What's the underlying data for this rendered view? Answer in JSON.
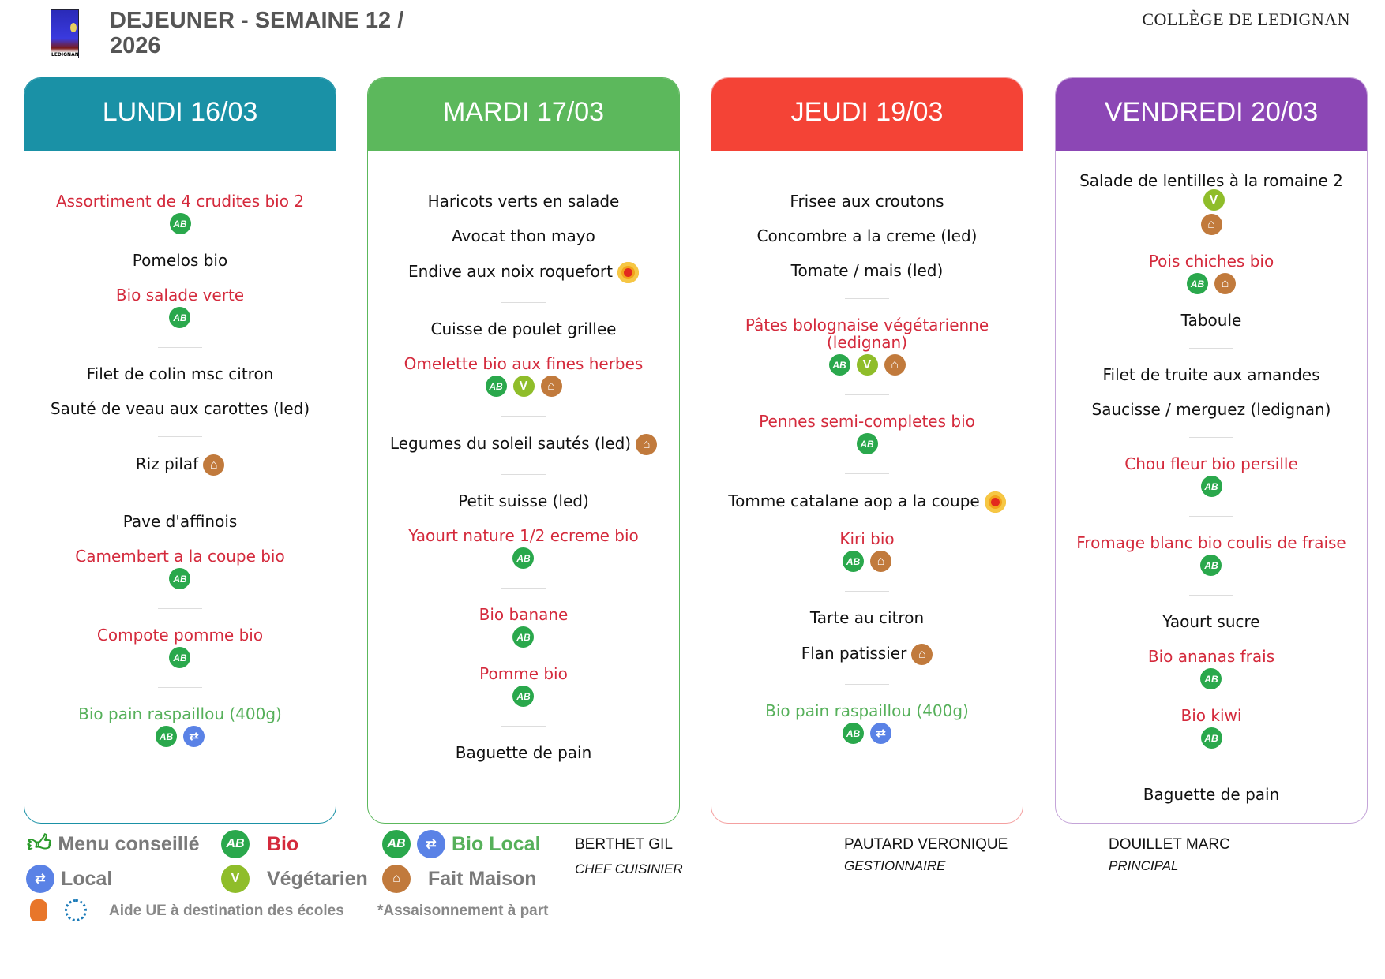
{
  "header": {
    "title": "DEJEUNER - SEMAINE 12 / 2026",
    "school": "COLLÈGE DE LEDIGNAN",
    "logo_text": "LEDIGNAN"
  },
  "colors": {
    "lundi": "#1a91a6",
    "mardi": "#5cb85c",
    "jeudi": "#f44336",
    "vendredi": "#8c47b5",
    "bio_text": "#d42a3c",
    "bio_local_text": "#56b05a"
  },
  "days": [
    {
      "label": "LUNDI 16/03",
      "groups": [
        [
          {
            "name": "Assortiment de 4 crudites bio 2",
            "style": "red",
            "icons": [
              "bio"
            ]
          },
          {
            "name": "Pomelos bio",
            "style": "black"
          },
          {
            "name": "Bio salade verte",
            "style": "red",
            "icons": [
              "bio"
            ]
          }
        ],
        [
          {
            "name": "Filet de colin msc citron",
            "style": "black"
          },
          {
            "name": "Sauté de veau aux carottes (led)",
            "style": "black"
          }
        ],
        [
          {
            "name": "Riz pilaf",
            "style": "black",
            "inline": [
              "fm"
            ]
          }
        ],
        [
          {
            "name": "Pave d'affinois",
            "style": "black"
          },
          {
            "name": "Camembert a la coupe bio",
            "style": "red",
            "icons": [
              "bio"
            ]
          }
        ],
        [
          {
            "name": "Compote pomme bio",
            "style": "red",
            "icons": [
              "bio"
            ]
          }
        ],
        [
          {
            "name": "Bio pain raspaillou (400g)",
            "style": "green",
            "icons": [
              "bio",
              "local"
            ]
          }
        ]
      ]
    },
    {
      "label": "MARDI 17/03",
      "groups": [
        [
          {
            "name": "Haricots verts en salade",
            "style": "black"
          },
          {
            "name": "Avocat thon mayo",
            "style": "black"
          },
          {
            "name": "Endive aux noix roquefort",
            "style": "black",
            "inline": [
              "aop"
            ]
          }
        ],
        [
          {
            "name": "Cuisse de poulet grillee",
            "style": "black"
          },
          {
            "name": "Omelette bio aux fines herbes",
            "style": "red",
            "icons": [
              "bio",
              "veg",
              "fm"
            ]
          }
        ],
        [
          {
            "name": "Legumes du soleil sautés (led)",
            "style": "black",
            "inline": [
              "fm"
            ]
          }
        ],
        [
          {
            "name": "Petit suisse (led)",
            "style": "black"
          },
          {
            "name": "Yaourt nature 1/2 ecreme bio",
            "style": "red",
            "icons": [
              "bio"
            ]
          }
        ],
        [
          {
            "name": "Bio banane",
            "style": "red",
            "icons": [
              "bio"
            ]
          },
          {
            "name": "Pomme bio",
            "style": "red",
            "icons": [
              "bio"
            ]
          }
        ],
        [
          {
            "name": "Baguette de pain",
            "style": "black"
          }
        ]
      ]
    },
    {
      "label": "JEUDI 19/03",
      "groups": [
        [
          {
            "name": "Frisee aux croutons",
            "style": "black"
          },
          {
            "name": "Concombre a la creme (led)",
            "style": "black"
          },
          {
            "name": "Tomate / mais (led)",
            "style": "black"
          }
        ],
        [
          {
            "name": "Pâtes bolognaise végétarienne (ledignan)",
            "style": "red",
            "icons": [
              "bio",
              "veg",
              "fm"
            ]
          }
        ],
        [
          {
            "name": "Pennes semi-completes bio",
            "style": "red",
            "icons": [
              "bio"
            ]
          }
        ],
        [
          {
            "name": "Tomme catalane aop a la coupe",
            "style": "black",
            "inline": [
              "aop"
            ]
          },
          {
            "name": "Kiri bio",
            "style": "red",
            "icons": [
              "bio",
              "fm"
            ]
          }
        ],
        [
          {
            "name": "Tarte au citron",
            "style": "black"
          },
          {
            "name": "Flan patissier",
            "style": "black",
            "inline": [
              "fm"
            ]
          }
        ],
        [
          {
            "name": "Bio pain raspaillou (400g)",
            "style": "green",
            "icons": [
              "bio",
              "local"
            ]
          }
        ]
      ]
    },
    {
      "label": "VENDREDI 20/03",
      "groups": [
        [
          {
            "name": "Salade de lentilles à la romaine 2",
            "style": "black",
            "inline": [
              "veg"
            ],
            "icons": [
              "fm"
            ]
          },
          {
            "name": "Pois chiches bio",
            "style": "red",
            "icons": [
              "bio",
              "fm"
            ]
          },
          {
            "name": "Taboule",
            "style": "black"
          }
        ],
        [
          {
            "name": "Filet de truite aux amandes",
            "style": "black"
          },
          {
            "name": "Saucisse / merguez (ledignan)",
            "style": "black"
          }
        ],
        [
          {
            "name": "Chou fleur bio persille",
            "style": "red",
            "icons": [
              "bio"
            ]
          }
        ],
        [
          {
            "name": "Fromage blanc bio coulis de fraise",
            "style": "red",
            "icons": [
              "bio"
            ]
          }
        ],
        [
          {
            "name": "Yaourt sucre",
            "style": "black"
          },
          {
            "name": "Bio ananas frais",
            "style": "red",
            "icons": [
              "bio"
            ]
          },
          {
            "name": "Bio kiwi",
            "style": "red",
            "icons": [
              "bio"
            ]
          }
        ],
        [
          {
            "name": "Baguette de pain",
            "style": "black"
          }
        ]
      ]
    }
  ],
  "legend": {
    "menu_conseille": "Menu conseillé",
    "bio": "Bio",
    "bio_local": "Bio Local",
    "local": "Local",
    "vegetarien": "Végétarien",
    "fait_maison": "Fait Maison",
    "aide_ue": "Aide UE à destination des écoles",
    "assaisonnement": "*Assaisonnement à part"
  },
  "signatures": [
    {
      "name": "BERTHET GIL",
      "role": "CHEF CUISINIER"
    },
    {
      "name": "PAUTARD VERONIQUE",
      "role": "GESTIONNAIRE"
    },
    {
      "name": "DOUILLET MARC",
      "role": "PRINCIPAL"
    }
  ]
}
